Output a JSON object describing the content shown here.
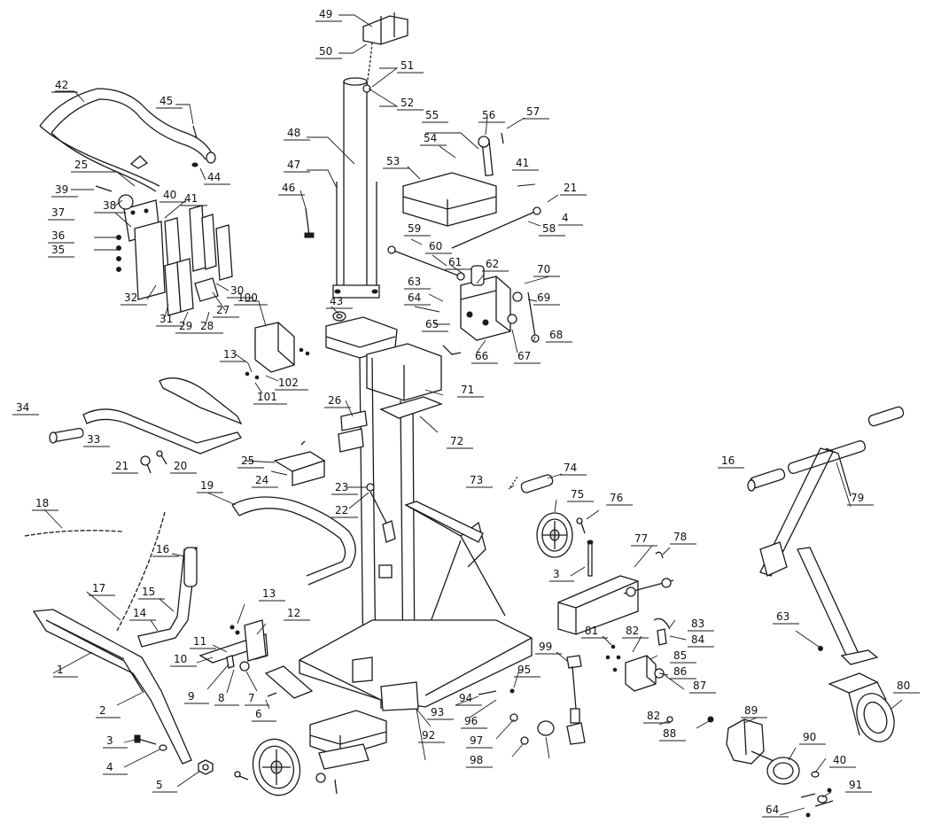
{
  "callouts": [
    {
      "id": "c1",
      "text": "1"
    },
    {
      "id": "c2",
      "text": "2"
    },
    {
      "id": "c3a",
      "text": "3"
    },
    {
      "id": "c3b",
      "text": "3"
    },
    {
      "id": "c4a",
      "text": "4"
    },
    {
      "id": "c4b",
      "text": "4"
    },
    {
      "id": "c5",
      "text": "5"
    },
    {
      "id": "c6",
      "text": "6"
    },
    {
      "id": "c7",
      "text": "7"
    },
    {
      "id": "c8",
      "text": "8"
    },
    {
      "id": "c9",
      "text": "9"
    },
    {
      "id": "c10",
      "text": "10"
    },
    {
      "id": "c11",
      "text": "11"
    },
    {
      "id": "c12",
      "text": "12"
    },
    {
      "id": "c13a",
      "text": "13"
    },
    {
      "id": "c13b",
      "text": "13"
    },
    {
      "id": "c14",
      "text": "14"
    },
    {
      "id": "c15",
      "text": "15"
    },
    {
      "id": "c16a",
      "text": "16"
    },
    {
      "id": "c16b",
      "text": "16"
    },
    {
      "id": "c17",
      "text": "17"
    },
    {
      "id": "c18",
      "text": "18"
    },
    {
      "id": "c19",
      "text": "19"
    },
    {
      "id": "c20",
      "text": "20"
    },
    {
      "id": "c21a",
      "text": "21"
    },
    {
      "id": "c21b",
      "text": "21"
    },
    {
      "id": "c22",
      "text": "22"
    },
    {
      "id": "c23",
      "text": "23"
    },
    {
      "id": "c24",
      "text": "24"
    },
    {
      "id": "c25a",
      "text": "25"
    },
    {
      "id": "c25b",
      "text": "25"
    },
    {
      "id": "c26",
      "text": "26"
    },
    {
      "id": "c27",
      "text": "27"
    },
    {
      "id": "c28",
      "text": "28"
    },
    {
      "id": "c29",
      "text": "29"
    },
    {
      "id": "c30",
      "text": "30"
    },
    {
      "id": "c31",
      "text": "31"
    },
    {
      "id": "c32",
      "text": "32"
    },
    {
      "id": "c33",
      "text": "33"
    },
    {
      "id": "c34",
      "text": "34"
    },
    {
      "id": "c35",
      "text": "35"
    },
    {
      "id": "c36",
      "text": "36"
    },
    {
      "id": "c37",
      "text": "37"
    },
    {
      "id": "c38",
      "text": "38"
    },
    {
      "id": "c39",
      "text": "39"
    },
    {
      "id": "c40a",
      "text": "40"
    },
    {
      "id": "c40b",
      "text": "40"
    },
    {
      "id": "c41a",
      "text": "41"
    },
    {
      "id": "c41b",
      "text": "41"
    },
    {
      "id": "c42",
      "text": "42"
    },
    {
      "id": "c43",
      "text": "43"
    },
    {
      "id": "c44",
      "text": "44"
    },
    {
      "id": "c45",
      "text": "45"
    },
    {
      "id": "c46",
      "text": "46"
    },
    {
      "id": "c47",
      "text": "47"
    },
    {
      "id": "c48",
      "text": "48"
    },
    {
      "id": "c49",
      "text": "49"
    },
    {
      "id": "c50",
      "text": "50"
    },
    {
      "id": "c51",
      "text": "51"
    },
    {
      "id": "c52",
      "text": "52"
    },
    {
      "id": "c53",
      "text": "53"
    },
    {
      "id": "c54",
      "text": "54"
    },
    {
      "id": "c55",
      "text": "55"
    },
    {
      "id": "c56",
      "text": "56"
    },
    {
      "id": "c57",
      "text": "57"
    },
    {
      "id": "c58",
      "text": "58"
    },
    {
      "id": "c59",
      "text": "59"
    },
    {
      "id": "c60",
      "text": "60"
    },
    {
      "id": "c61",
      "text": "61"
    },
    {
      "id": "c62",
      "text": "62"
    },
    {
      "id": "c63a",
      "text": "63"
    },
    {
      "id": "c63b",
      "text": "63"
    },
    {
      "id": "c64a",
      "text": "64"
    },
    {
      "id": "c64b",
      "text": "64"
    },
    {
      "id": "c65",
      "text": "65"
    },
    {
      "id": "c66",
      "text": "66"
    },
    {
      "id": "c67",
      "text": "67"
    },
    {
      "id": "c68",
      "text": "68"
    },
    {
      "id": "c69",
      "text": "69"
    },
    {
      "id": "c70",
      "text": "70"
    },
    {
      "id": "c71",
      "text": "71"
    },
    {
      "id": "c72",
      "text": "72"
    },
    {
      "id": "c73",
      "text": "73"
    },
    {
      "id": "c74",
      "text": "74"
    },
    {
      "id": "c75",
      "text": "75"
    },
    {
      "id": "c76",
      "text": "76"
    },
    {
      "id": "c77",
      "text": "77"
    },
    {
      "id": "c78",
      "text": "78"
    },
    {
      "id": "c79",
      "text": "79"
    },
    {
      "id": "c80",
      "text": "80"
    },
    {
      "id": "c81",
      "text": "81"
    },
    {
      "id": "c82a",
      "text": "82"
    },
    {
      "id": "c82b",
      "text": "82"
    },
    {
      "id": "c83",
      "text": "83"
    },
    {
      "id": "c84",
      "text": "84"
    },
    {
      "id": "c85",
      "text": "85"
    },
    {
      "id": "c86",
      "text": "86"
    },
    {
      "id": "c87",
      "text": "87"
    },
    {
      "id": "c88",
      "text": "88"
    },
    {
      "id": "c89",
      "text": "89"
    },
    {
      "id": "c90",
      "text": "90"
    },
    {
      "id": "c91",
      "text": "91"
    },
    {
      "id": "c92",
      "text": "92"
    },
    {
      "id": "c93",
      "text": "93"
    },
    {
      "id": "c94",
      "text": "94"
    },
    {
      "id": "c95",
      "text": "95"
    },
    {
      "id": "c96",
      "text": "96"
    },
    {
      "id": "c97",
      "text": "97"
    },
    {
      "id": "c98",
      "text": "98"
    },
    {
      "id": "c99",
      "text": "99"
    },
    {
      "id": "c100",
      "text": "100"
    },
    {
      "id": "c101",
      "text": "101"
    },
    {
      "id": "c102",
      "text": "102"
    }
  ]
}
